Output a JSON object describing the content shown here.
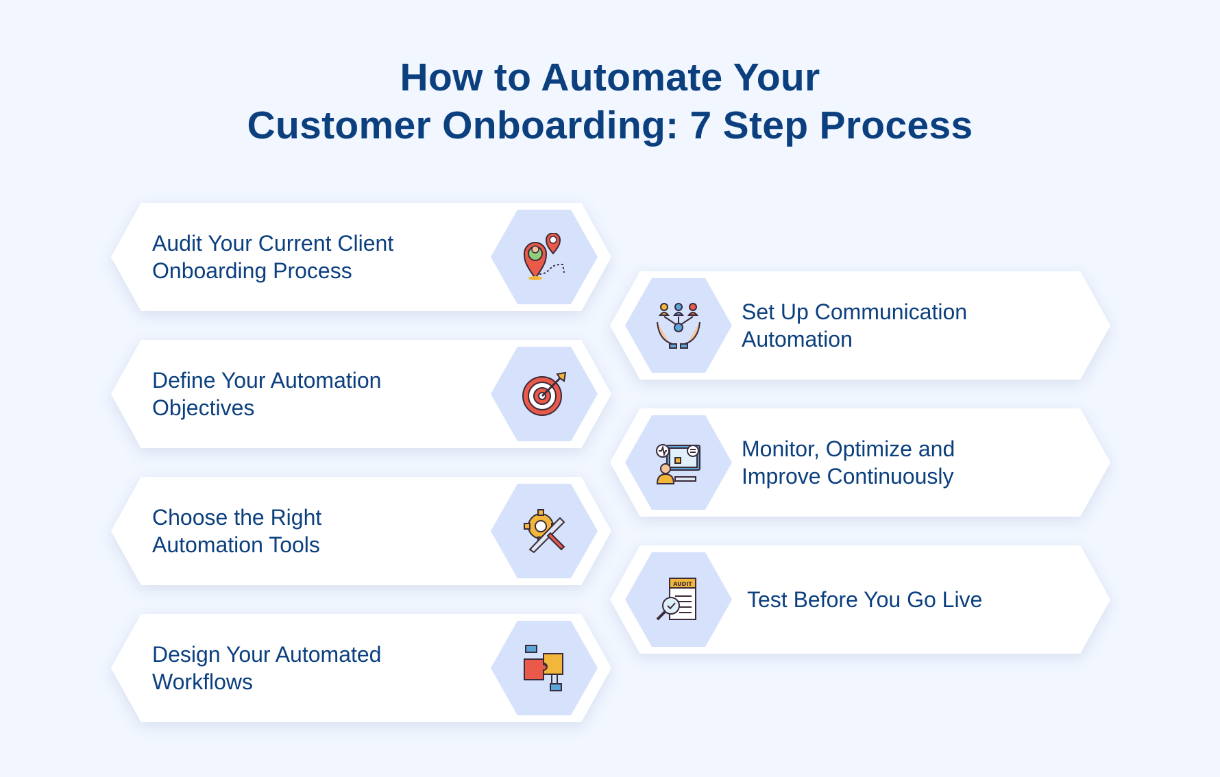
{
  "title": {
    "line1": "How to Automate Your",
    "line2": "Customer Onboarding: 7 Step Process"
  },
  "steps": [
    {
      "label_line1": "Audit Your Current Client",
      "label_line2": "Onboarding Process",
      "icon": "map-pins-route-icon"
    },
    {
      "label_line1": "Define Your Automation",
      "label_line2": "Objectives",
      "icon": "target-dart-icon"
    },
    {
      "label_line1": "Choose the Right",
      "label_line2": "Automation Tools",
      "icon": "gear-wrench-screwdriver-icon"
    },
    {
      "label_line1": "Design Your Automated",
      "label_line2": "Workflows",
      "icon": "puzzle-hands-icon"
    },
    {
      "label_line1": "Set Up Communication",
      "label_line2": "Automation",
      "icon": "hands-network-people-icon"
    },
    {
      "label_line1": "Monitor, Optimize and",
      "label_line2": "Improve Continuously",
      "icon": "monitor-dashboard-icon"
    },
    {
      "label_line1": "Test Before You Go Live",
      "icon": "audit-magnifier-icon",
      "icon_text": "AUDIT"
    }
  ],
  "colors": {
    "background": "#f1f6ff",
    "title": "#0b3f7e",
    "card": "#ffffff",
    "hex": "#d6e2fb"
  }
}
